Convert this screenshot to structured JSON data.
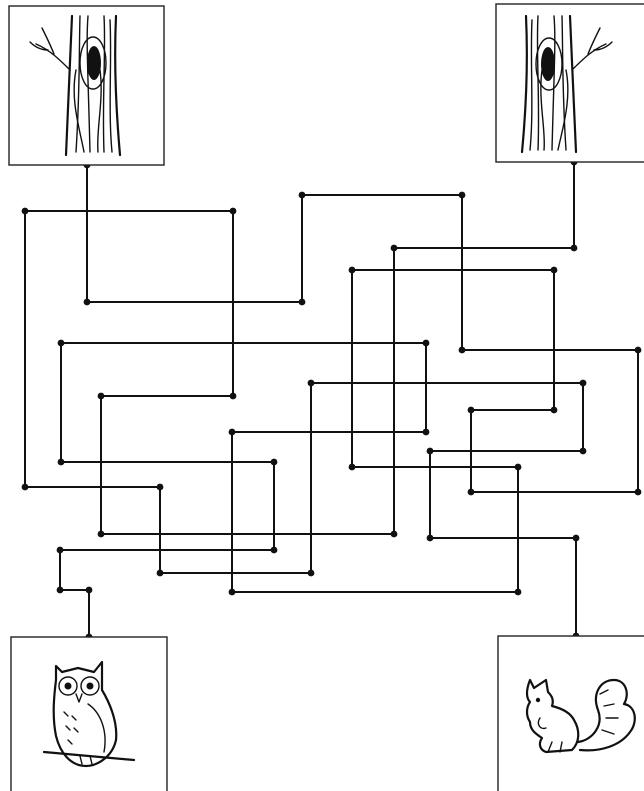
{
  "puzzle": {
    "type": "line-maze",
    "start_pictures": [
      {
        "id": "tree-hollow-left",
        "icon": "tree-hollow-icon"
      },
      {
        "id": "tree-hollow-right",
        "icon": "tree-hollow-icon"
      }
    ],
    "end_pictures": [
      {
        "id": "owl",
        "icon": "owl-icon"
      },
      {
        "id": "squirrel",
        "icon": "squirrel-icon"
      }
    ],
    "colors": {
      "ink": "#111111",
      "paper": "#ffffff"
    }
  }
}
